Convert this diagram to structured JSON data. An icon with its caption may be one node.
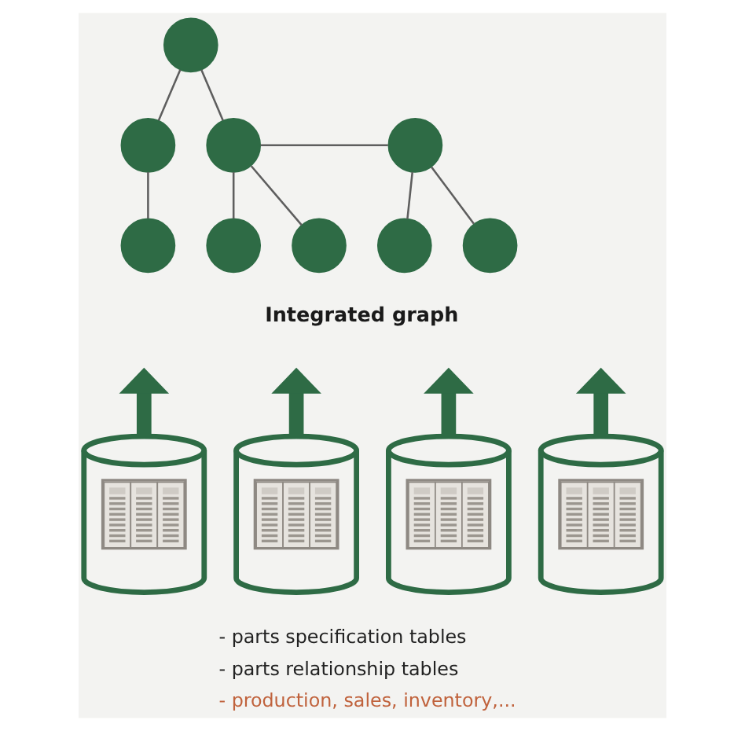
{
  "diagram": {
    "nodes": [
      {
        "text": [],
        "shape": "circle"
      },
      {
        "text": [],
        "shape": "circle"
      },
      {
        "text": [],
        "shape": "circle"
      },
      {
        "text": [],
        "shape": "circle"
      },
      {
        "text": [],
        "shape": "circle"
      },
      {
        "text": [],
        "shape": "circle"
      },
      {
        "text": [],
        "shape": "circle"
      },
      {
        "text": [],
        "shape": "circle"
      },
      {
        "text": [],
        "shape": "circle"
      },
      {
        "text": [],
        "shape": "cylinder"
      },
      {
        "text": [],
        "shape": "cylinder"
      },
      {
        "text": [],
        "shape": "cylinder"
      },
      {
        "text": [],
        "shape": "cylinder"
      }
    ],
    "edges": [
      {
        "from": 0,
        "to": 1,
        "arrow": "none"
      },
      {
        "from": 0,
        "to": 2,
        "arrow": "none"
      },
      {
        "from": 2,
        "to": 3,
        "arrow": "none"
      },
      {
        "from": 1,
        "to": 4,
        "arrow": "none"
      },
      {
        "from": 2,
        "to": 5,
        "arrow": "none"
      },
      {
        "from": 2,
        "to": 6,
        "arrow": "none"
      },
      {
        "from": 3,
        "to": 7,
        "arrow": "none"
      },
      {
        "from": 3,
        "to": 8,
        "arrow": "none"
      },
      {
        "from": 9,
        "to": null,
        "arrow": "to",
        "style": "thick",
        "color": "#2e6b45"
      },
      {
        "from": 10,
        "to": null,
        "arrow": "to",
        "style": "thick",
        "color": "#2e6b45"
      },
      {
        "from": 11,
        "to": null,
        "arrow": "to",
        "style": "thick",
        "color": "#2e6b45"
      },
      {
        "from": 12,
        "to": null,
        "arrow": "to",
        "style": "thick",
        "color": "#2e6b45"
      }
    ],
    "labels": [
      "Integrated graph",
      "- parts specification tables",
      "- parts relationship tables",
      "- production, sales, inventory,..."
    ]
  }
}
